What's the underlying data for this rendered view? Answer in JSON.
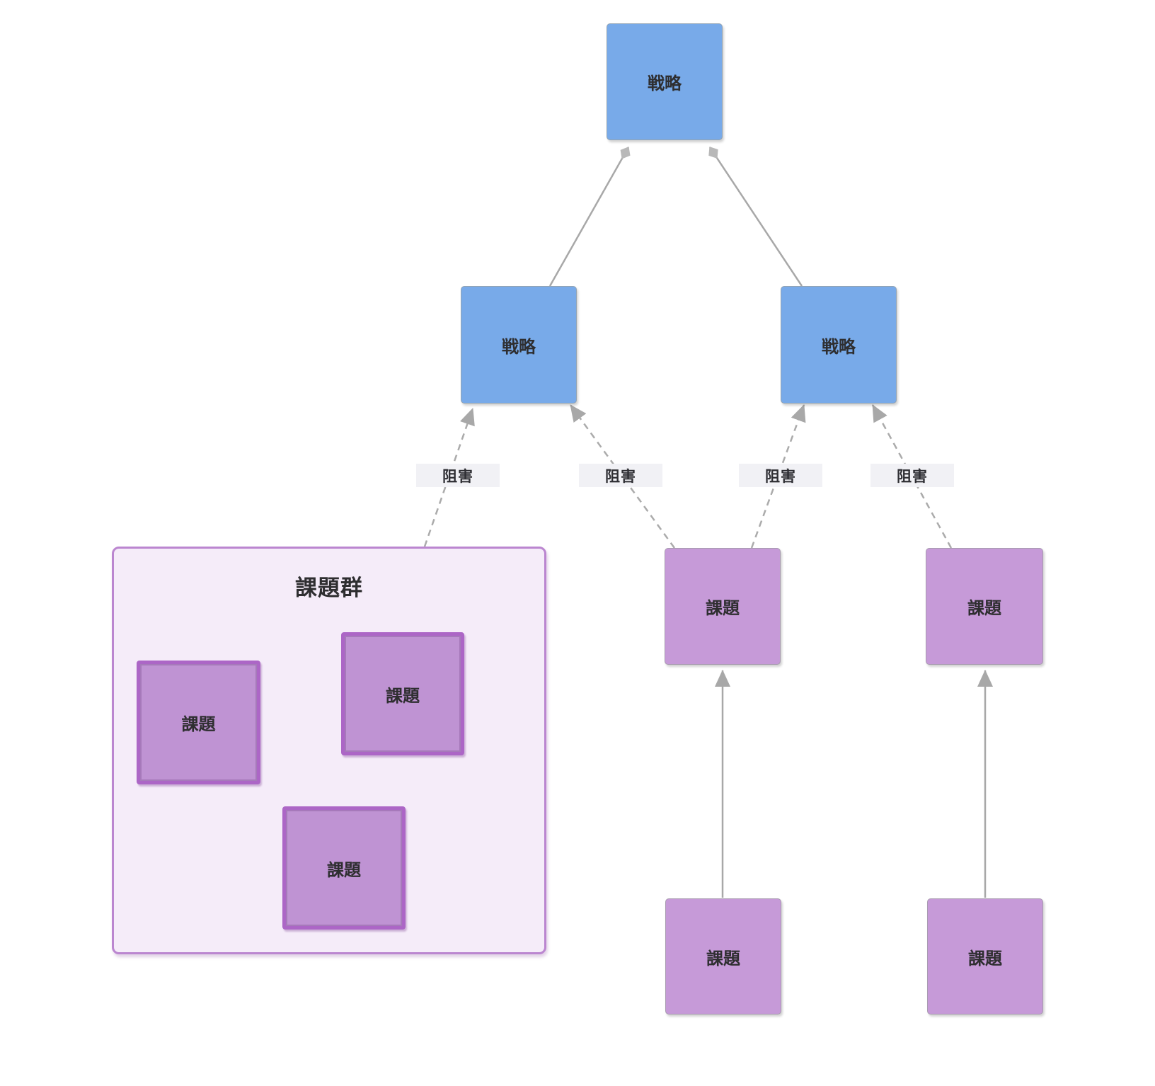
{
  "diagram_title": "strategy-issue-map",
  "nodes": {
    "strategy_top": {
      "label": "戦略"
    },
    "strategy_left": {
      "label": "戦略"
    },
    "strategy_right": {
      "label": "戦略"
    },
    "issue_mid_left": {
      "label": "課題"
    },
    "issue_mid_right": {
      "label": "課題"
    },
    "issue_bottom_left": {
      "label": "課題"
    },
    "issue_bottom_right": {
      "label": "課題"
    },
    "group": {
      "title": "課題群",
      "issues": [
        {
          "label": "課題"
        },
        {
          "label": "課題"
        },
        {
          "label": "課題"
        }
      ]
    }
  },
  "edges": {
    "labels": [
      {
        "text": "阻害"
      },
      {
        "text": "阻害"
      },
      {
        "text": "阻害"
      },
      {
        "text": "阻害"
      }
    ]
  },
  "colors": {
    "strategy_fill": "#78aae9",
    "issue_fill": "#c69ad8",
    "group_fill": "#f5ecf9",
    "group_border": "#bb86d0",
    "group_issue_border": "#ac66c6",
    "group_issue_fill": "#bf93d3",
    "edge_line": "#a8a8a8",
    "edge_dashed_line": "#ababab",
    "edge_label_bg": "#f1f1f5",
    "text": "#2e2e30"
  }
}
